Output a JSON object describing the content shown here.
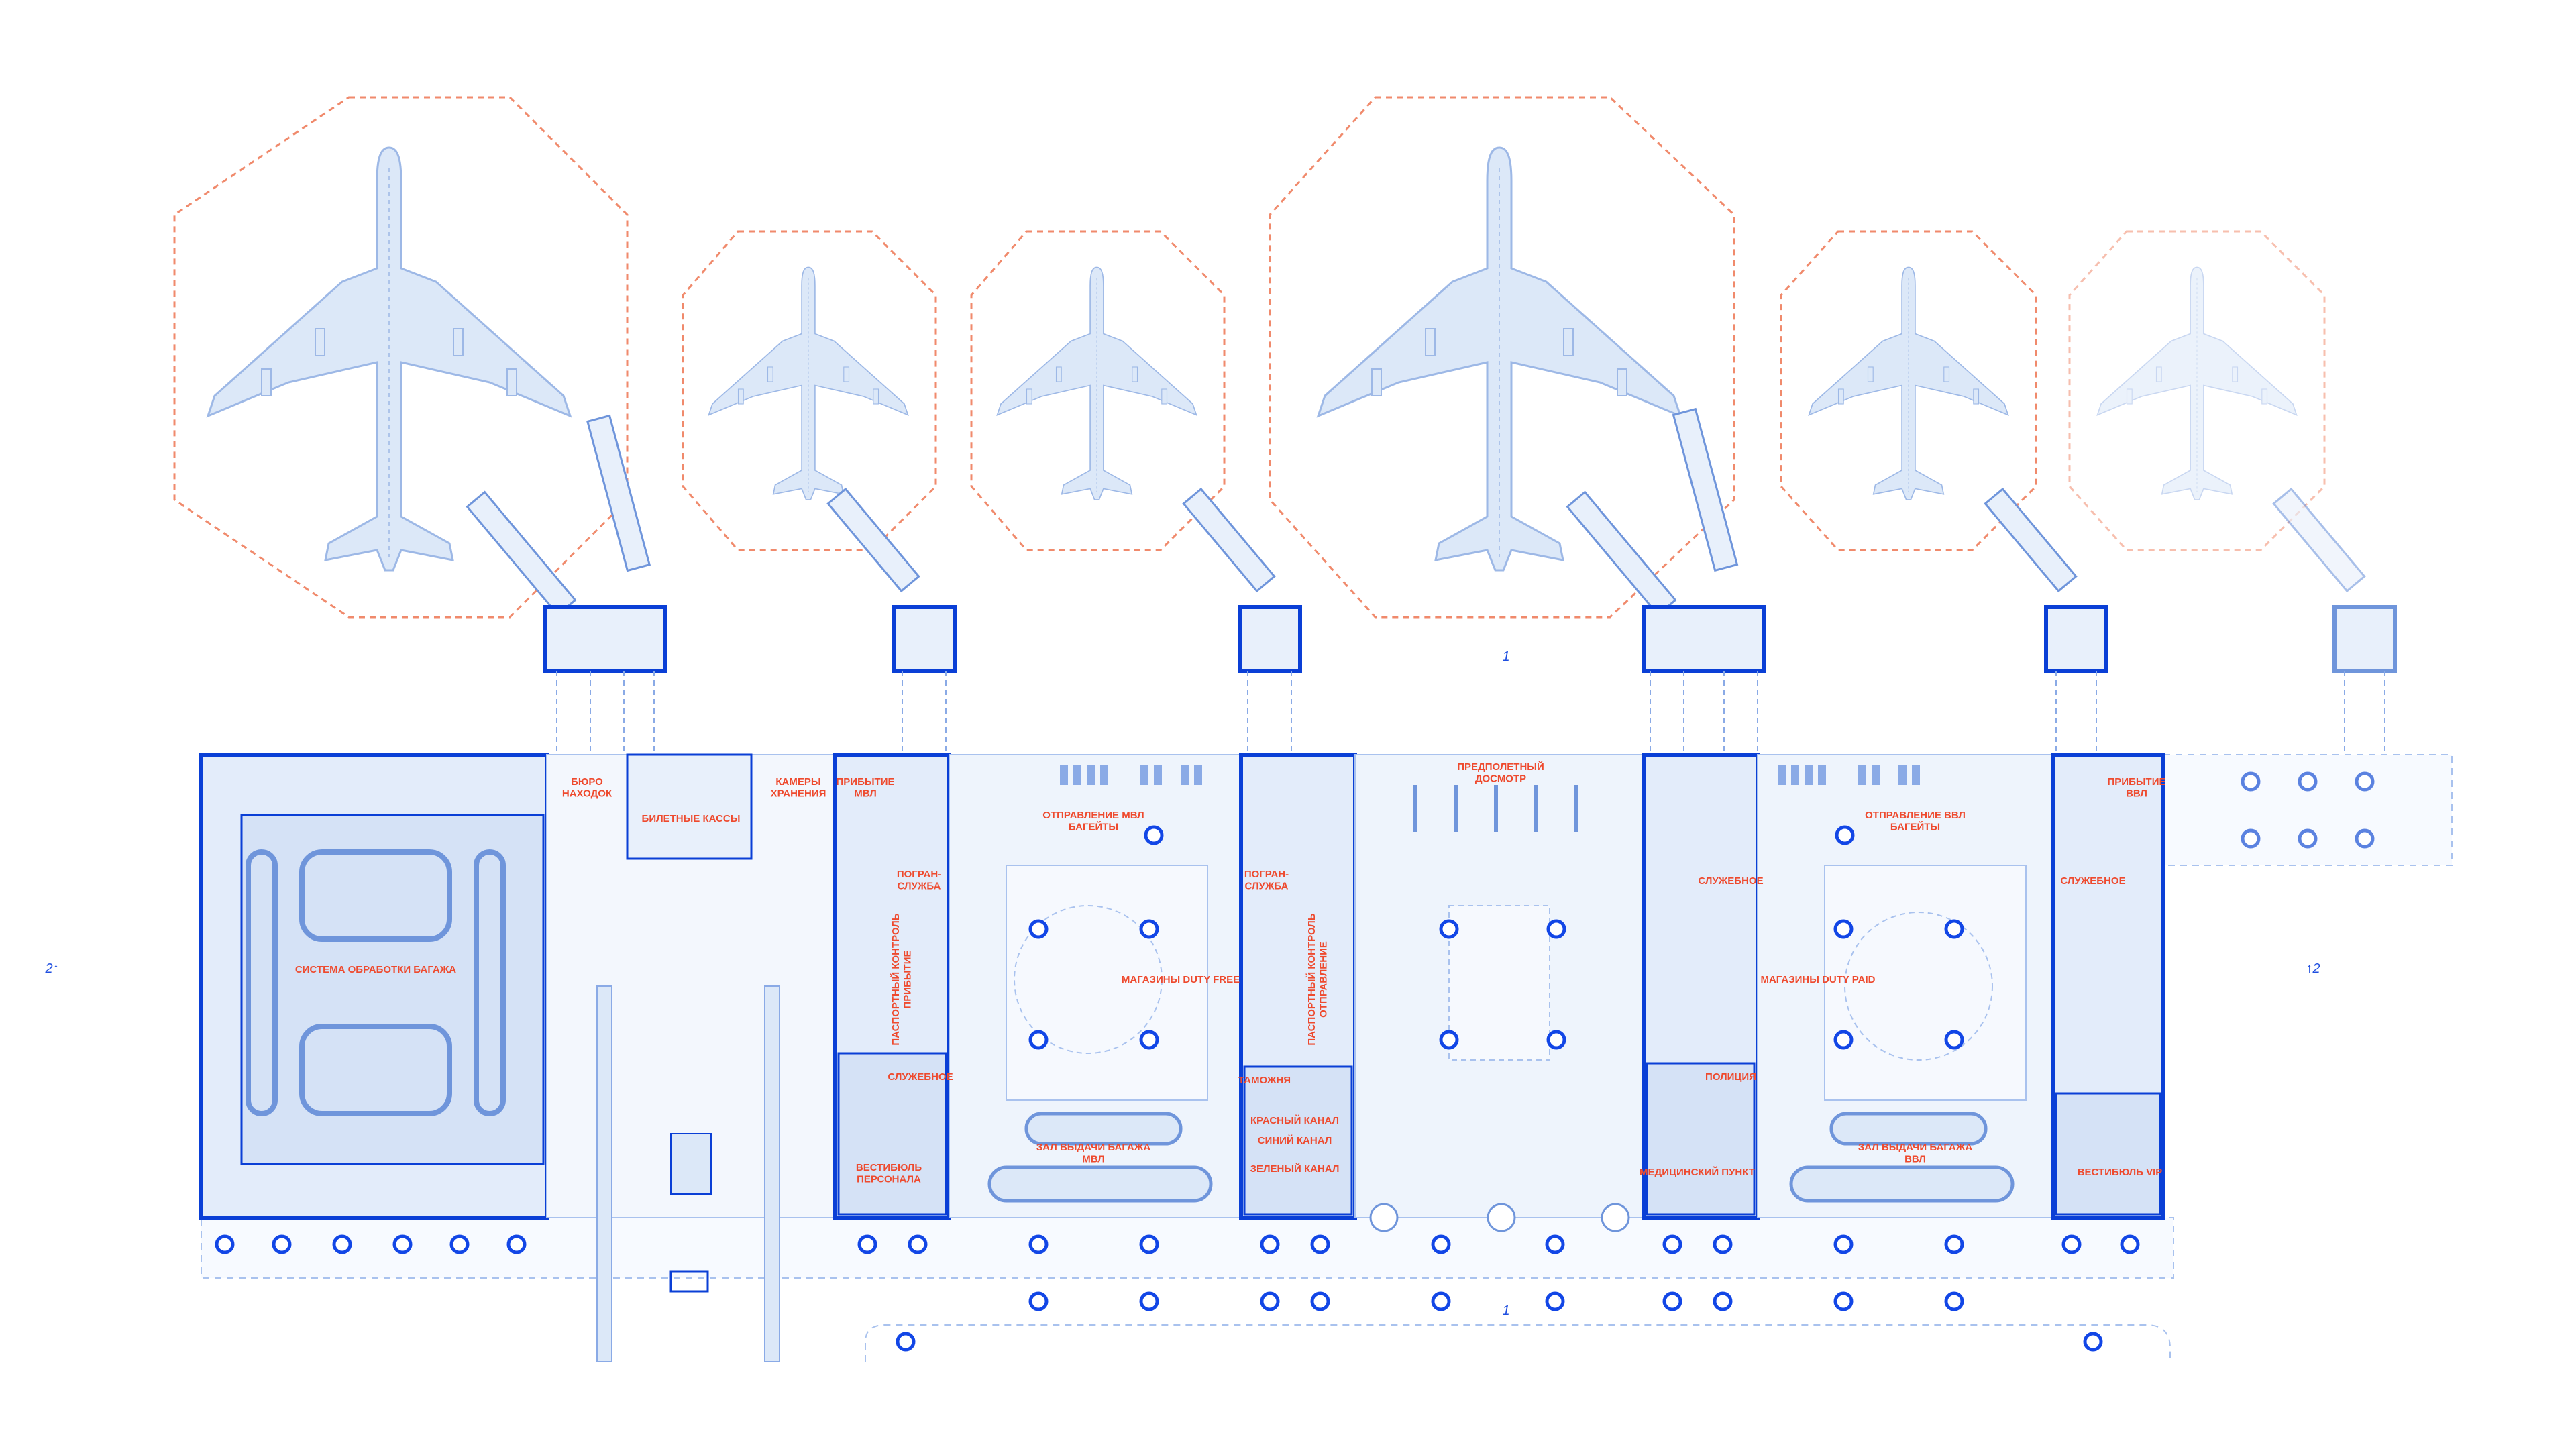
{
  "colors": {
    "wall": "#0a3fd6",
    "fill": "#e8f0fb",
    "fill_dark": "#d5e2f6",
    "stroke_light": "#a9c2ee",
    "gate_outline": "#f08a6c",
    "plane": "#dce8f8",
    "plane_line": "#9db8e6",
    "label": "#ee4a2e",
    "column": "#1246e6"
  },
  "icons": {
    "aircraft": "airplane-icon",
    "jet_bridge": "jet-bridge-icon",
    "column": "column-marker-icon"
  },
  "axis_marks": {
    "left": "2↑",
    "right": "↑2",
    "top": "1",
    "bottom": "1"
  },
  "rooms": {
    "baggage_system": "СИСТЕМА ОБРАБОТКИ БАГАЖА",
    "lost_found": "БЮРО\nНАХОДОК",
    "ticket_office": "БИЛЕТНЫЕ КАССЫ",
    "storage": "КАМЕРЫ\nХРАНЕНИЯ",
    "arrival_intl": "ПРИБЫТИЕ\nМВЛ",
    "border_1": "ПОГРАН-\nСЛУЖБА",
    "passport_arrival": "ПАСПОРТНЫЙ КОНТРОЛЬ\nПРИБЫТИЕ",
    "service_1": "СЛУЖЕБНОЕ",
    "vestibule_staff": "ВЕСТИБЮЛЬ\nПЕРСОНАЛА",
    "departure_intl": "ОТПРАВЛЕНИЕ МВЛ\nБАГЕЙТЫ",
    "duty_free": "МАГАЗИНЫ DUTY FREE",
    "baggage_claim_intl": "ЗАЛ ВЫДАЧИ БАГАЖА\nМВЛ",
    "border_2": "ПОГРАН-\nСЛУЖБА",
    "passport_departure": "ПАСПОРТНЫЙ КОНТРОЛЬ\nОТПРАВЛЕНИЕ",
    "customs": "ТАМОЖНЯ",
    "red_channel": "КРАСНЫЙ КАНАЛ",
    "blue_channel": "СИНИЙ КАНАЛ",
    "green_channel": "ЗЕЛЕНЫЙ КАНАЛ",
    "security": "ПРЕДПОЛЕТНЫЙ\nДОСМОТР",
    "service_2": "СЛУЖЕБНОЕ",
    "departure_dom": "ОТПРАВЛЕНИЕ ВВЛ\nБАГЕЙТЫ",
    "duty_paid": "МАГАЗИНЫ DUTY PAID",
    "police": "ПОЛИЦИЯ",
    "medical": "МЕДИЦИНСКИЙ ПУНКТ",
    "baggage_claim_dom": "ЗАЛ ВЫДАЧИ БАГАЖА\nВВЛ",
    "service_3": "СЛУЖЕБНОЕ",
    "arrival_dom": "ПРИБЫТИЕ\nВВЛ",
    "vestibule_vip": "ВЕСТИБЮЛЬ VIP"
  }
}
